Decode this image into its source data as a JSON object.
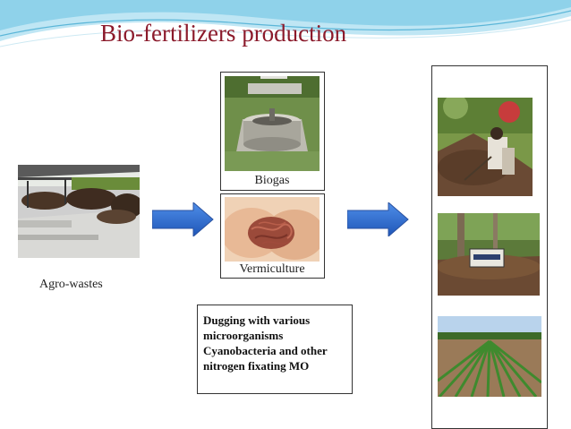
{
  "slide": {
    "title": "Bio-fertilizers production",
    "colors": {
      "title": "#8b1a2b",
      "arrow": "#2a62c8",
      "wave": "#7fc9e6"
    }
  },
  "images": {
    "agro_wastes": {
      "caption": "Agro-wastes"
    },
    "biogas": {
      "caption": "Biogas"
    },
    "vermiculture": {
      "caption": "Vermiculture"
    }
  },
  "textbox": {
    "lines": [
      "Dugging with various",
      "microorganisms",
      "Cyanobacteria and other",
      "nitrogen fixating MO"
    ]
  }
}
